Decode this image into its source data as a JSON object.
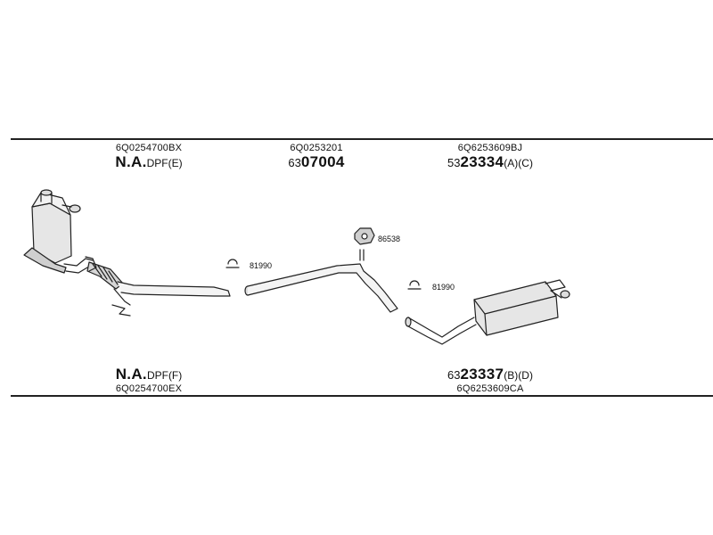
{
  "header_parts": [
    {
      "part_number": "6Q0254700BX",
      "code_bold": "N.A.",
      "code_suffix": "DPF(E)"
    },
    {
      "part_number": "6Q0253201",
      "code_prefix": "63",
      "code_bold": "07004",
      "code_suffix": ""
    },
    {
      "part_number": "6Q6253609BJ",
      "code_prefix": "53",
      "code_bold": "23334",
      "code_suffix": "(A)(C)"
    }
  ],
  "footer_parts": [
    {
      "part_number": "6Q0254700EX",
      "code_bold": "N.A.",
      "code_suffix": "DPF(F)"
    },
    {
      "part_number": "6Q6253609CA",
      "code_prefix": "63",
      "code_bold": "23337",
      "code_suffix": "(B)(D)"
    }
  ],
  "callouts": [
    {
      "label": "81990"
    },
    {
      "label": "86538"
    },
    {
      "label": "81990"
    }
  ],
  "colors": {
    "line": "#222222",
    "fill_light": "#e6e6e6",
    "fill_mid": "#cfcfcf"
  }
}
